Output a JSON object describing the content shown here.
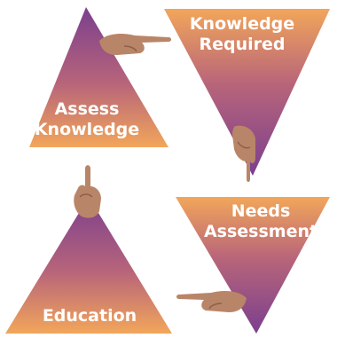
{
  "diagram": {
    "labels": {
      "assess_line1": "Assess",
      "assess_line2": "Knowledge",
      "knowledge_line1": "Knowledge",
      "knowledge_line2": "Required",
      "education": "Education",
      "needs_line1": "Needs",
      "needs_line2": "Assessment"
    },
    "colors": {
      "orange": "#f2a65a",
      "purple": "#7b3f8e",
      "skin": "#b98568",
      "skin_shadow": "#8f5f4a",
      "text": "#ffffff"
    },
    "icons": [
      "pointing-hand-icon"
    ]
  }
}
